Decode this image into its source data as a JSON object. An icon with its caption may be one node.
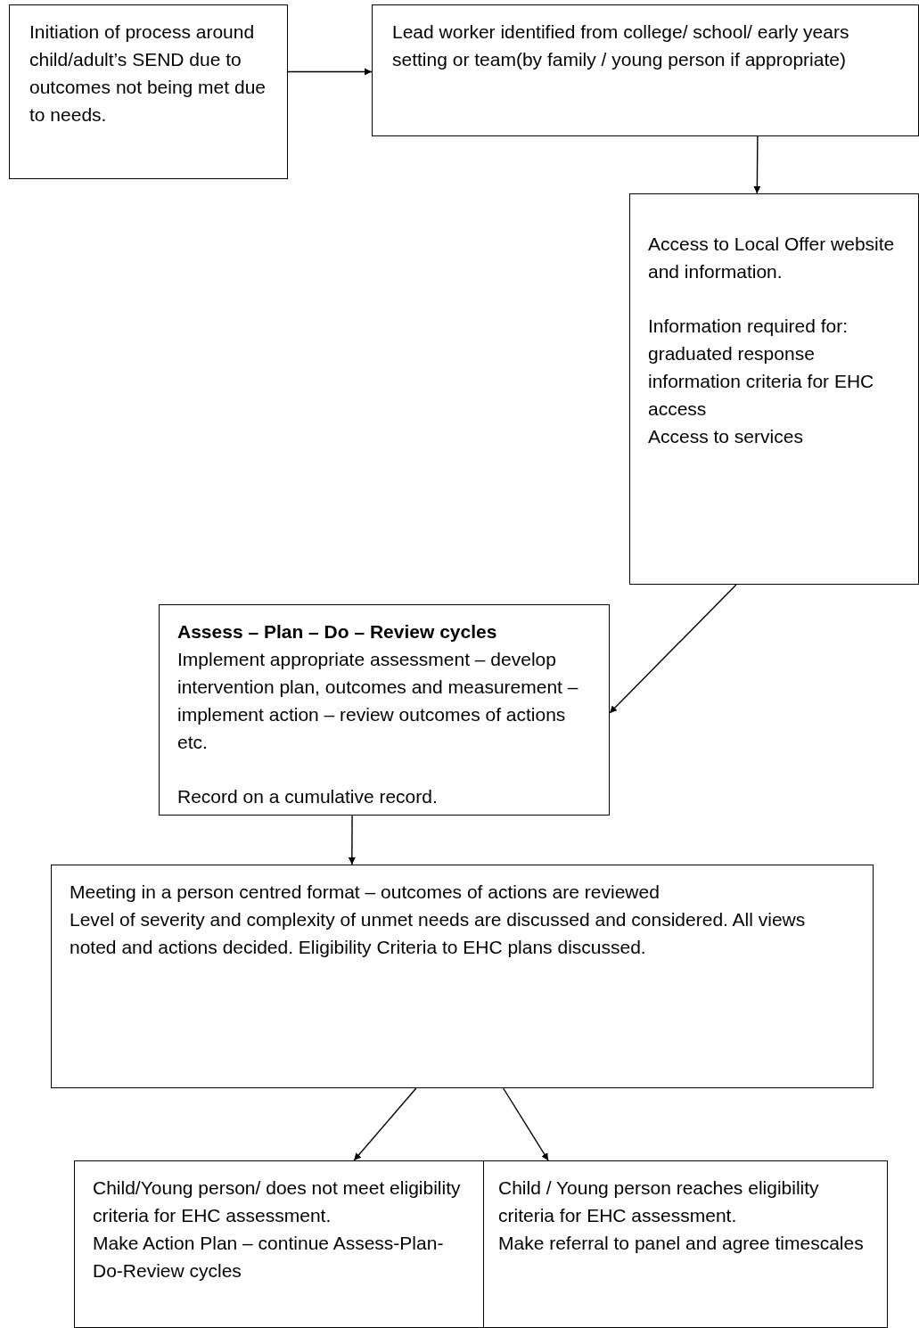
{
  "diagram": {
    "nodes": [
      {
        "text": [
          "Initiation of process around child/adult’s SEND due to outcomes not being met due to needs."
        ]
      },
      {
        "text": [
          "Lead worker identified from college/ school/ early years setting or team(by family / young person if appropriate)"
        ]
      },
      {
        "text": [
          "Access to Local Offer website and information.",
          "Information required for: graduated response information criteria for EHC access",
          "Access to services"
        ]
      },
      {
        "text": [
          "Assess – Plan – Do – Review  cycles",
          "Implement appropriate assessment – develop intervention plan, outcomes and measurement – implement action – review outcomes of actions etc.",
          "Record on a cumulative record."
        ]
      },
      {
        "text": [
          "Meeting in a person centred format – outcomes of actions are reviewed",
          "Level of severity and complexity of unmet needs are discussed and considered. All views noted and actions decided. Eligibility Criteria to EHC plans discussed."
        ]
      },
      {
        "text": [
          "Child/Young person/ does not meet eligibility criteria for EHC assessment.",
          "Make Action Plan – continue Assess-Plan-Do-Review cycles"
        ]
      },
      {
        "text": [
          "Child / Young person reaches eligibility criteria for EHC assessment.",
          "Make referral to panel and agree timescales"
        ]
      }
    ],
    "edges": [
      {
        "from": 0,
        "to": 1,
        "arrow": "to"
      },
      {
        "from": 1,
        "to": 2,
        "arrow": "to"
      },
      {
        "from": 2,
        "to": 3,
        "arrow": "to"
      },
      {
        "from": 3,
        "to": 4,
        "arrow": "to"
      },
      {
        "from": 4,
        "to": 5,
        "arrow": "to"
      },
      {
        "from": 4,
        "to": 6,
        "arrow": "to"
      }
    ]
  }
}
